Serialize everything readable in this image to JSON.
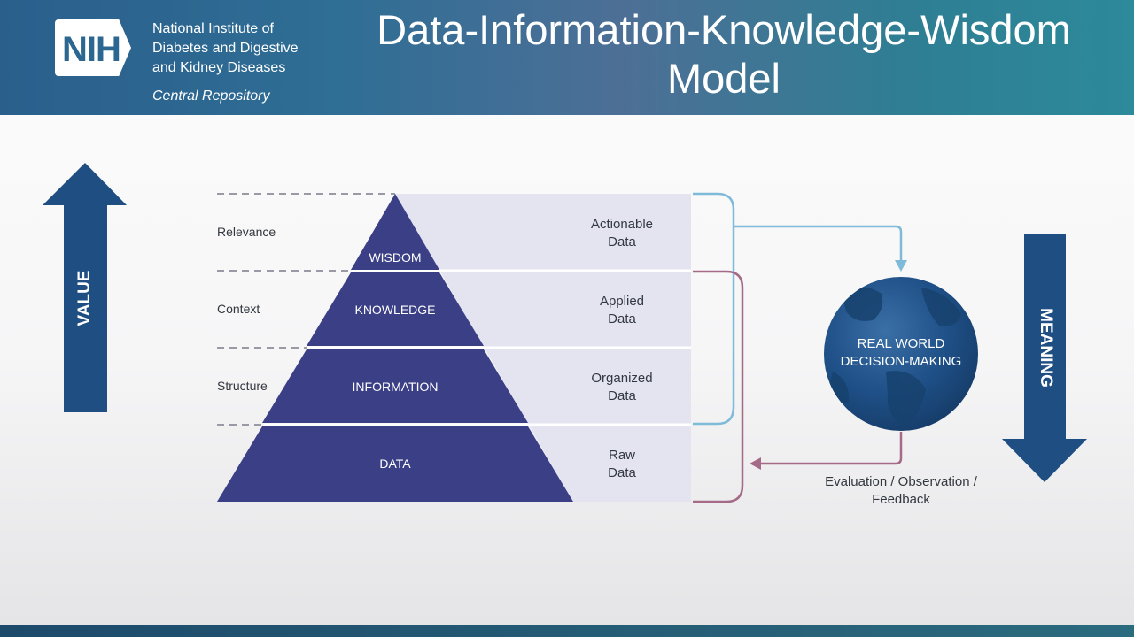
{
  "header": {
    "logo_text": "NIH",
    "institute_lines": [
      "National Institute of",
      "Diabetes and Digestive",
      "and Kidney Diseases"
    ],
    "repository": "Central Repository",
    "title_line1": "Data-Information-Knowledge-Wisdom",
    "title_line2": "Model"
  },
  "diagram": {
    "value_label": "VALUE",
    "meaning_label": "MEANING",
    "levels": [
      {
        "left": "Relevance",
        "tier": "WISDOM",
        "right_line1": "Actionable",
        "right_line2": "Data"
      },
      {
        "left": "Context",
        "tier": "KNOWLEDGE",
        "right_line1": "Applied",
        "right_line2": "Data"
      },
      {
        "left": "Structure",
        "tier": "INFORMATION",
        "right_line1": "Organized",
        "right_line2": "Data"
      },
      {
        "left": "",
        "tier": "DATA",
        "right_line1": "Raw",
        "right_line2": "Data"
      }
    ],
    "globe_line1": "REAL WORLD",
    "globe_line2": "DECISION-MAKING",
    "feedback_line1": "Evaluation / Observation /",
    "feedback_line2": "Feedback",
    "colors": {
      "pyramid": "#3a3f86",
      "value_arrow": "#1f4e82",
      "meaning_arrow": "#1f4e82",
      "panel": "#e3e4ef",
      "blue_bracket": "#7fbbd8",
      "maroon_bracket": "#a56a87",
      "globe": "#1e4f86"
    }
  }
}
